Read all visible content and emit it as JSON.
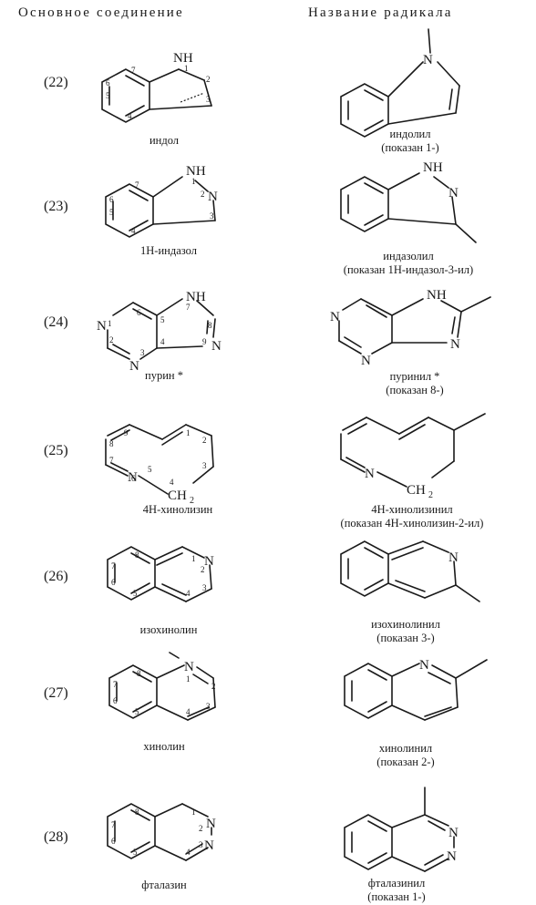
{
  "header": {
    "left": "Основное соединение",
    "right": "Название радикала"
  },
  "rows": [
    {
      "num": "(22)",
      "parent": "индол",
      "radical": "индолил",
      "radical_note": "(показан 1-)"
    },
    {
      "num": "(23)",
      "parent": "1H-индазол",
      "radical": "индазолил",
      "radical_note": "(показан 1H-индазол-3-ил)"
    },
    {
      "num": "(24)",
      "parent": "пурин *",
      "radical": "пуринил *",
      "radical_note": "(показан 8-)"
    },
    {
      "num": "(25)",
      "parent": "4H-хинолизин",
      "radical": "4H-хинолизинил",
      "radical_note": "(показан 4H-хинолизин-2-ил)"
    },
    {
      "num": "(26)",
      "parent": "изохинолин",
      "radical": "изохинолинил",
      "radical_note": "(показан 3-)"
    },
    {
      "num": "(27)",
      "parent": "хинолин",
      "radical": "хинолинил",
      "radical_note": "(показан 2-)"
    },
    {
      "num": "(28)",
      "parent": "фталазин",
      "radical": "фталазинил",
      "radical_note": "(показан 1-)"
    }
  ],
  "atoms": {
    "nh": "NH",
    "n": "N",
    "ch2": "CH",
    "two": "2"
  }
}
